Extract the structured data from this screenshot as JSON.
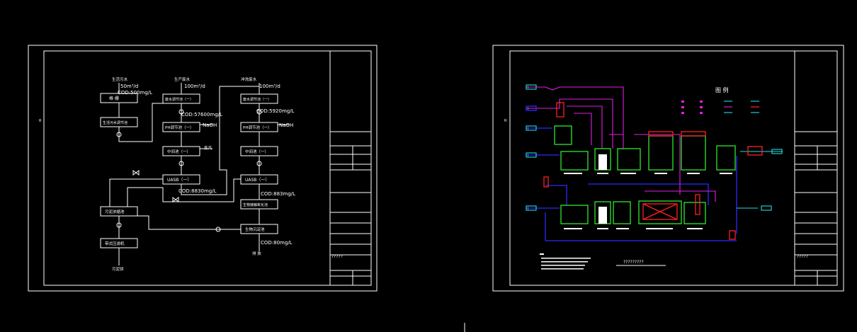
{
  "left": {
    "flow_top_labels": {
      "domestic": "生活污水",
      "production": "生产废水",
      "flush": "冲洗废水"
    },
    "flow_rates": {
      "domestic": "50m³/d",
      "production": "100m³/d",
      "flush": "100m³/d"
    },
    "cod_labels": {
      "domestic": "COD:500mg/L",
      "production": "COD:57600mg/L",
      "flush": "COD:5920mg/L",
      "uasb1_out": "COD:8830mg/L",
      "uasb2_out": "COD:883mg/L",
      "final": "COD:80mg/L"
    },
    "naoh": "NaOH",
    "steam": "蒸汽",
    "boxes": {
      "screen": "格 栅",
      "domestic_tank": "生活污水调节池",
      "adjust_a": "废水调节池（一）",
      "ph_a": "PH调节池（一）",
      "mid_a": "中间池（一）",
      "uasb_a": "UASB（一）",
      "adjust_b": "废水调节池（一）",
      "ph_b": "PH调节池（一）",
      "mid_b": "中间池（一）",
      "uasb_b": "UASB（一）",
      "contact_ox": "生物接触氧化池",
      "sludge_tank": "污泥浓缩池",
      "bio_settle": "生物沉淀池",
      "filter_press": "带式压滤机"
    },
    "outlet": "排 放",
    "sludge_cake": "污泥饼",
    "title_block_text": "?????"
  },
  "right": {
    "legend_title": "图 例",
    "section_title": "?????????",
    "left_inlet_labels": [
      "I",
      "I",
      "I",
      "I",
      "I"
    ],
    "title_block_text": "?????"
  },
  "colors": {
    "background": "#000000",
    "lines": "#ffffff",
    "tank": "#2ee82e",
    "pipe_blue": "#2b2bff",
    "pipe_magenta": "#e020e0",
    "pipe_cyan": "#20e0e0",
    "equipment_red": "#ff2020"
  }
}
